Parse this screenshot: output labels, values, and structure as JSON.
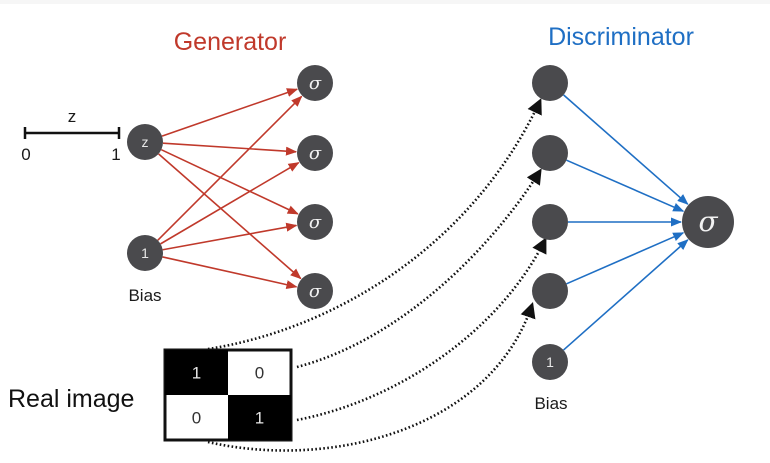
{
  "colors": {
    "generator": "#c0392b",
    "discriminator": "#1f6fc4",
    "node": "#4a4a4d",
    "dotted": "#111111"
  },
  "generator": {
    "title": "Generator",
    "input_node_label": "z",
    "bias_node_label": "1",
    "bias_caption": "Bias",
    "output_node_symbol": "σ",
    "output_count": 4
  },
  "scale": {
    "variable": "z",
    "min_label": "0",
    "max_label": "1"
  },
  "discriminator": {
    "title": "Discriminator",
    "input_count": 4,
    "bias_node_label": "1",
    "bias_caption": "Bias",
    "output_node_symbol": "σ"
  },
  "real_image": {
    "label": "Real image",
    "pixels": [
      [
        "1",
        "0"
      ],
      [
        "0",
        "1"
      ]
    ]
  }
}
